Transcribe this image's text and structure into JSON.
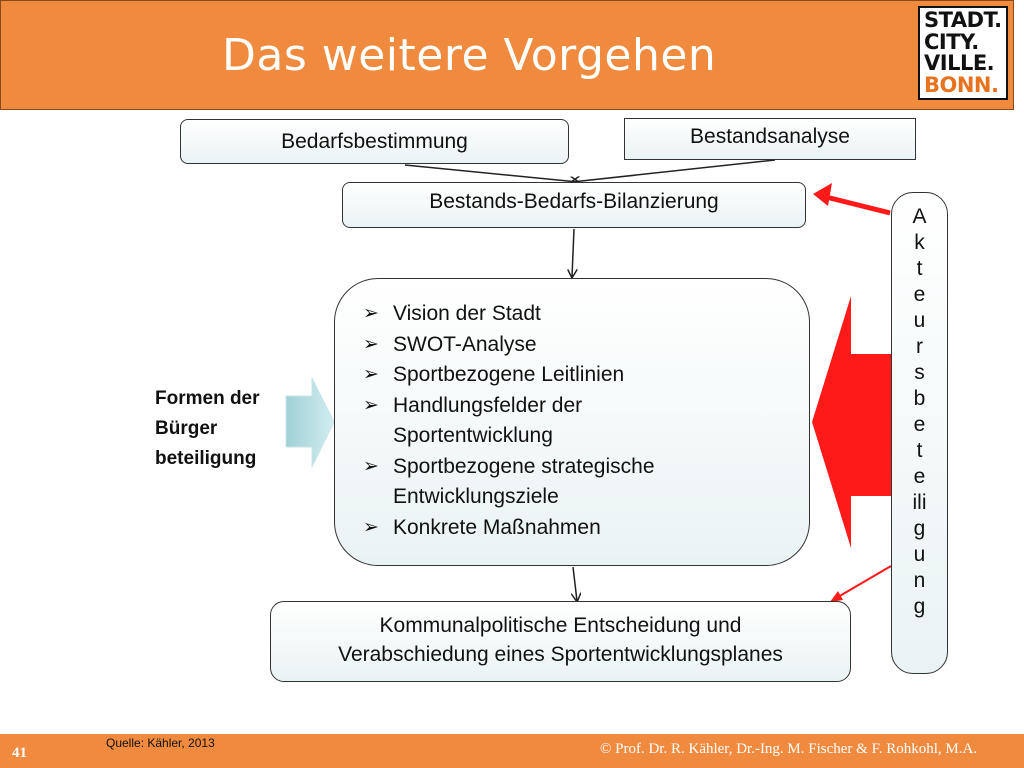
{
  "slide": {
    "title": "Das weitere Vorgehen",
    "logo_lines": [
      "STADT.",
      "CITY.",
      "VILLE.",
      "BONN."
    ]
  },
  "diagram": {
    "bedarfsbestimmung": "Bedarfsbestimmung",
    "bestandsanalyse": "Bestandsanalyse",
    "bilanzierung": "Bestands-Bedarfs-Bilanzierung",
    "main_items": [
      "Vision der Stadt",
      "SWOT-Analyse",
      "Sportbezogene Leitlinien",
      "Handlungsfelder der Sportentwicklung",
      "Sportbezogene strategische Entwicklungsziele",
      "Konkrete Maßnahmen"
    ],
    "bullet_glyph": "➢",
    "kommunal_line1": "Kommunalpolitische Entscheidung und",
    "kommunal_line2": "Verabschiedung eines Sportentwicklungsplanes",
    "formen_line1": "Formen der",
    "formen_line2": "Bürger",
    "formen_line3": "beteiligung",
    "akteurs_letters": [
      "A",
      "k",
      "t",
      "e",
      "u",
      "r",
      "s",
      "b",
      "e",
      "t",
      "e",
      "ili",
      "g",
      "u",
      "n",
      "g"
    ]
  },
  "footer": {
    "page_number": "41",
    "source": "Quelle: Kähler, 2013",
    "copyright": "© Prof. Dr. R. Kähler, Dr.-Ing. M. Fischer & F. Rohkohl, M.A."
  },
  "colors": {
    "header_bg": "#f08a3f",
    "accent_red": "#ff1a1a",
    "box_border": "#333333",
    "box_fill": "#eaf3f4",
    "light_arrow": "#b9dfe3"
  }
}
